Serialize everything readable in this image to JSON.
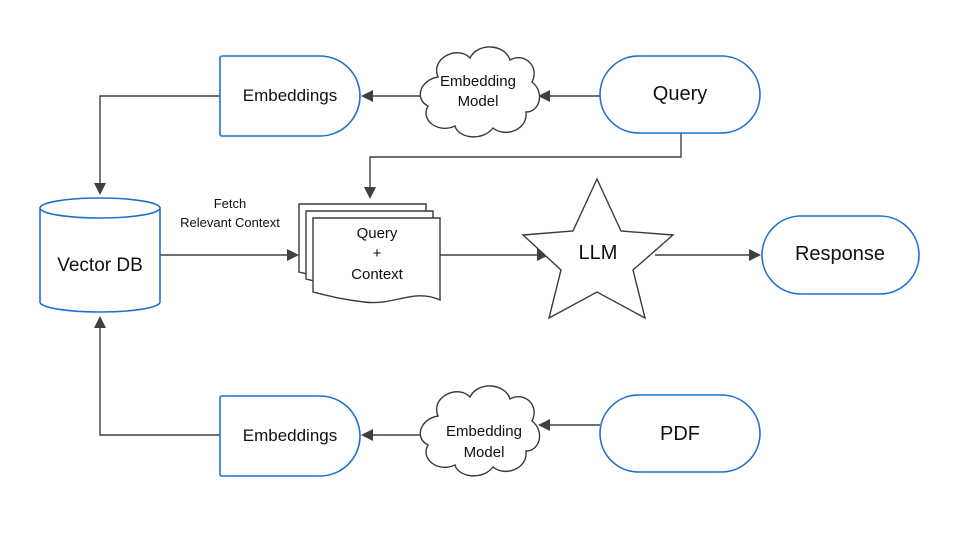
{
  "nodes": {
    "query": "Query",
    "embedding_model_top": [
      "Embedding",
      "Model"
    ],
    "embeddings_top": "Embeddings",
    "vector_db": "Vector DB",
    "context_doc": [
      "Query",
      "+",
      "Context"
    ],
    "llm": "LLM",
    "response": "Response",
    "pdf": "PDF",
    "embedding_model_bottom": [
      "Embedding",
      "Model"
    ],
    "embeddings_bottom": "Embeddings"
  },
  "edges": {
    "fetch_label": [
      "Fetch",
      "Relevant Context"
    ]
  },
  "colors": {
    "node_border": "#1f6fd1",
    "shape_border": "#3a3a3a",
    "edge": "#3f3f46",
    "text": "#111111"
  }
}
